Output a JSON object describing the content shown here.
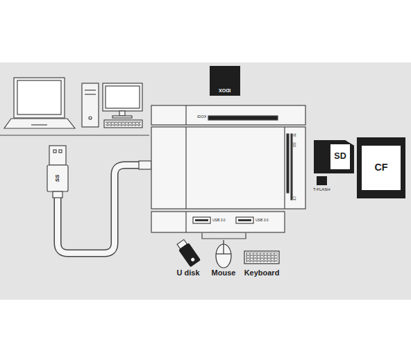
{
  "diagram": {
    "nodes": [
      {
        "text": [
          "IDOX"
        ]
      },
      {
        "text": [
          "SD"
        ]
      },
      {
        "text": [
          "T-FLASH"
        ]
      },
      {
        "text": [
          "CF"
        ]
      }
    ],
    "labels": [
      "IDOX",
      "SS",
      "TF",
      "SD",
      "CF",
      "USB 3.0",
      "USB 3.0",
      "U disk",
      "Mouse",
      "Keyboard"
    ]
  }
}
